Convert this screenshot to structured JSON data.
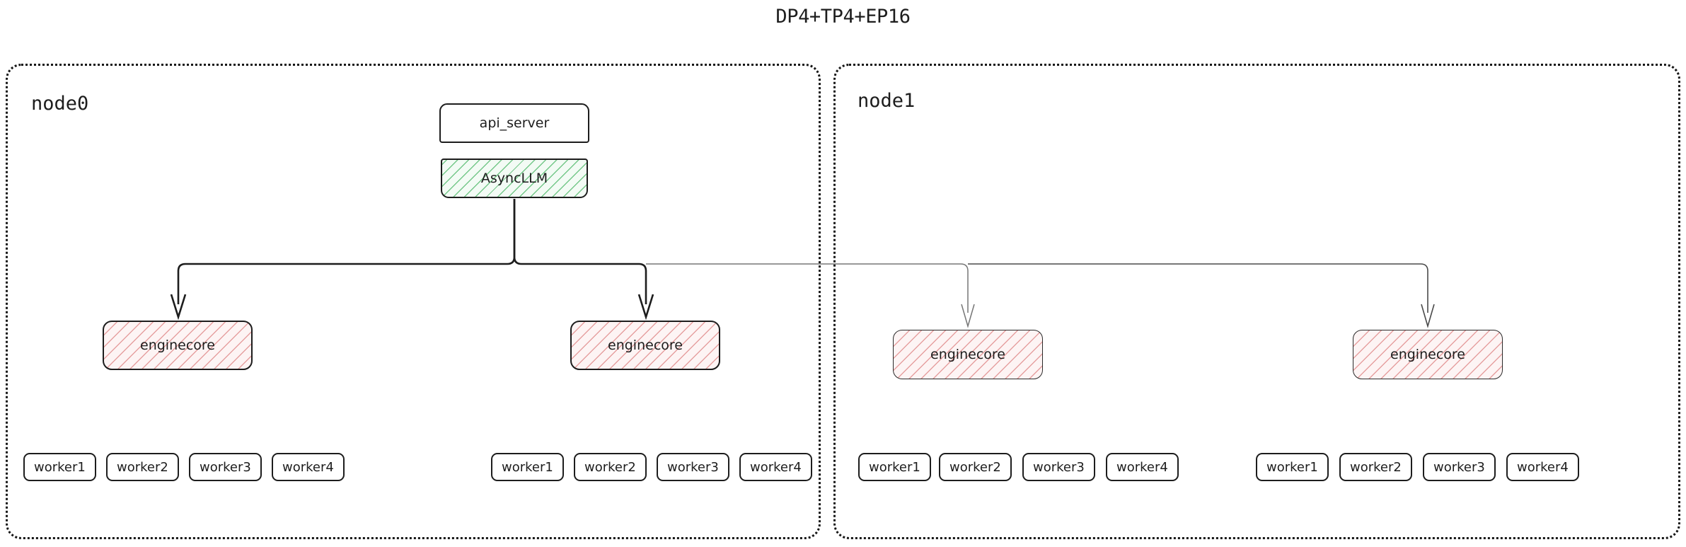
{
  "title": "DP4+TP4+EP16",
  "colors": {
    "stroke": "#1d1d1d",
    "stroke_light": "#6b6b6b",
    "green_hatch": "#6dc583",
    "green_fill": "#f3fbf5",
    "pink_hatch": "#e29191",
    "pink_fill": "#fdf4f4",
    "background": "#ffffff"
  },
  "nodes": [
    {
      "id": "node0",
      "label": "node0",
      "stack": [
        {
          "label": "api_server",
          "style": "plain"
        },
        {
          "label": "AsyncLLM",
          "style": "green-hatch"
        }
      ],
      "enginecores": [
        {
          "label": "enginecore",
          "workers": [
            "worker1",
            "worker2",
            "worker3",
            "worker4"
          ]
        },
        {
          "label": "enginecore",
          "workers": [
            "worker1",
            "worker2",
            "worker3",
            "worker4"
          ]
        }
      ]
    },
    {
      "id": "node1",
      "label": "node1",
      "stack": [],
      "enginecores": [
        {
          "label": "enginecore",
          "workers": [
            "worker1",
            "worker2",
            "worker3",
            "worker4"
          ]
        },
        {
          "label": "enginecore",
          "workers": [
            "worker1",
            "worker2",
            "worker3",
            "worker4"
          ]
        }
      ]
    }
  ]
}
